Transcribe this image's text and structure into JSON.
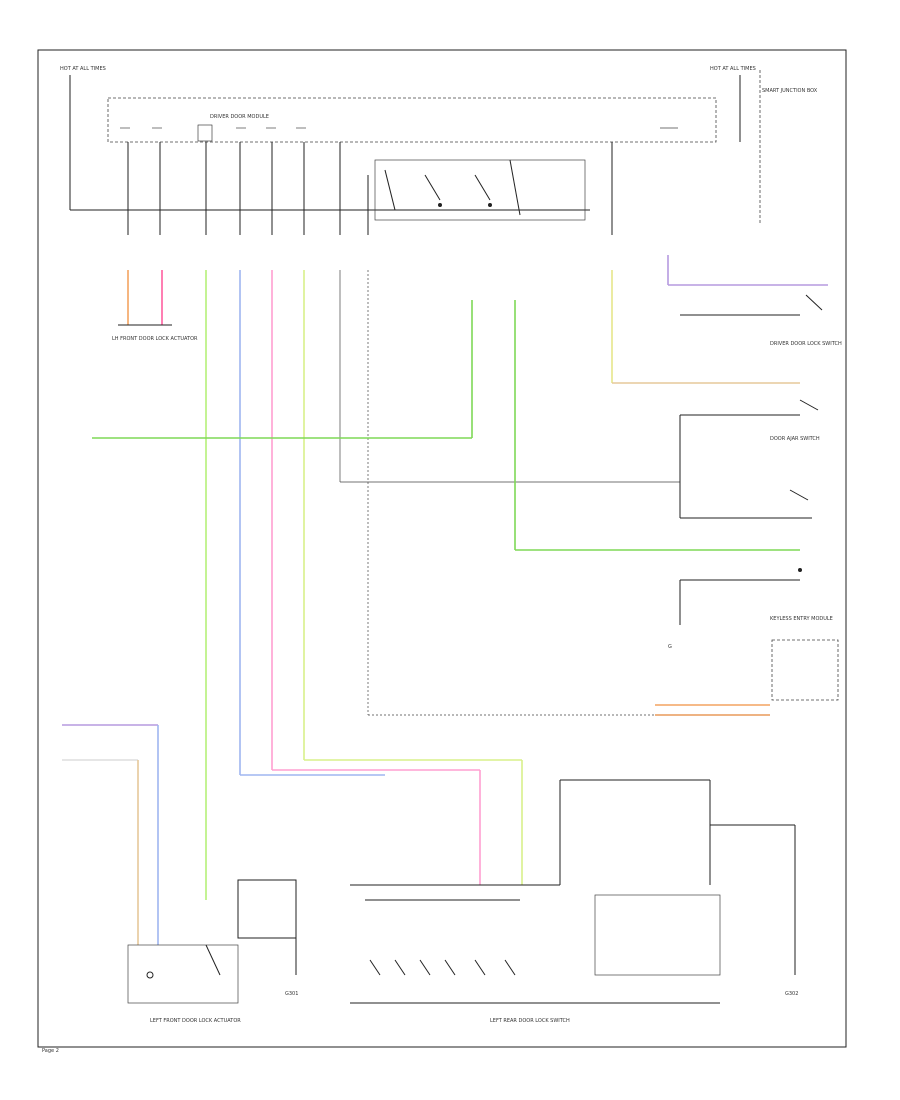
{
  "colors": {
    "frame": "#222222",
    "wire_orange": "#f4a460",
    "wire_pink": "#ff5fa0",
    "wire_lightgreen": "#b6f07a",
    "wire_green": "#7ed957",
    "wire_yellowgreen": "#d8f08a",
    "wire_violet": "#b59adf",
    "wire_blue": "#9fb6f0",
    "wire_tan": "#e6c89a",
    "wire_grey": "#bdbdbd",
    "wire_lightpink": "#ff9fd0"
  },
  "labels": {
    "top_left_fuse": "HOT AT ALL TIMES",
    "top_right_fuse": "HOT AT ALL TIMES",
    "top_right_box": "SMART JUNCTION BOX",
    "module_title": "DRIVER DOOR MODULE",
    "left_connector": "LH FRONT DOOR LOCK ACTUATOR",
    "right_switch_1": "DRIVER DOOR LOCK SWITCH",
    "right_switch_2": "DOOR AJAR SWITCH",
    "right_module": "KEYLESS ENTRY MODULE",
    "bottom_left_block": "LEFT FRONT DOOR LOCK ACTUATOR",
    "bottom_center_block": "LEFT REAR DOOR LOCK SWITCH",
    "ground_left": "G301",
    "ground_right": "G302",
    "footer": "Page 2"
  }
}
